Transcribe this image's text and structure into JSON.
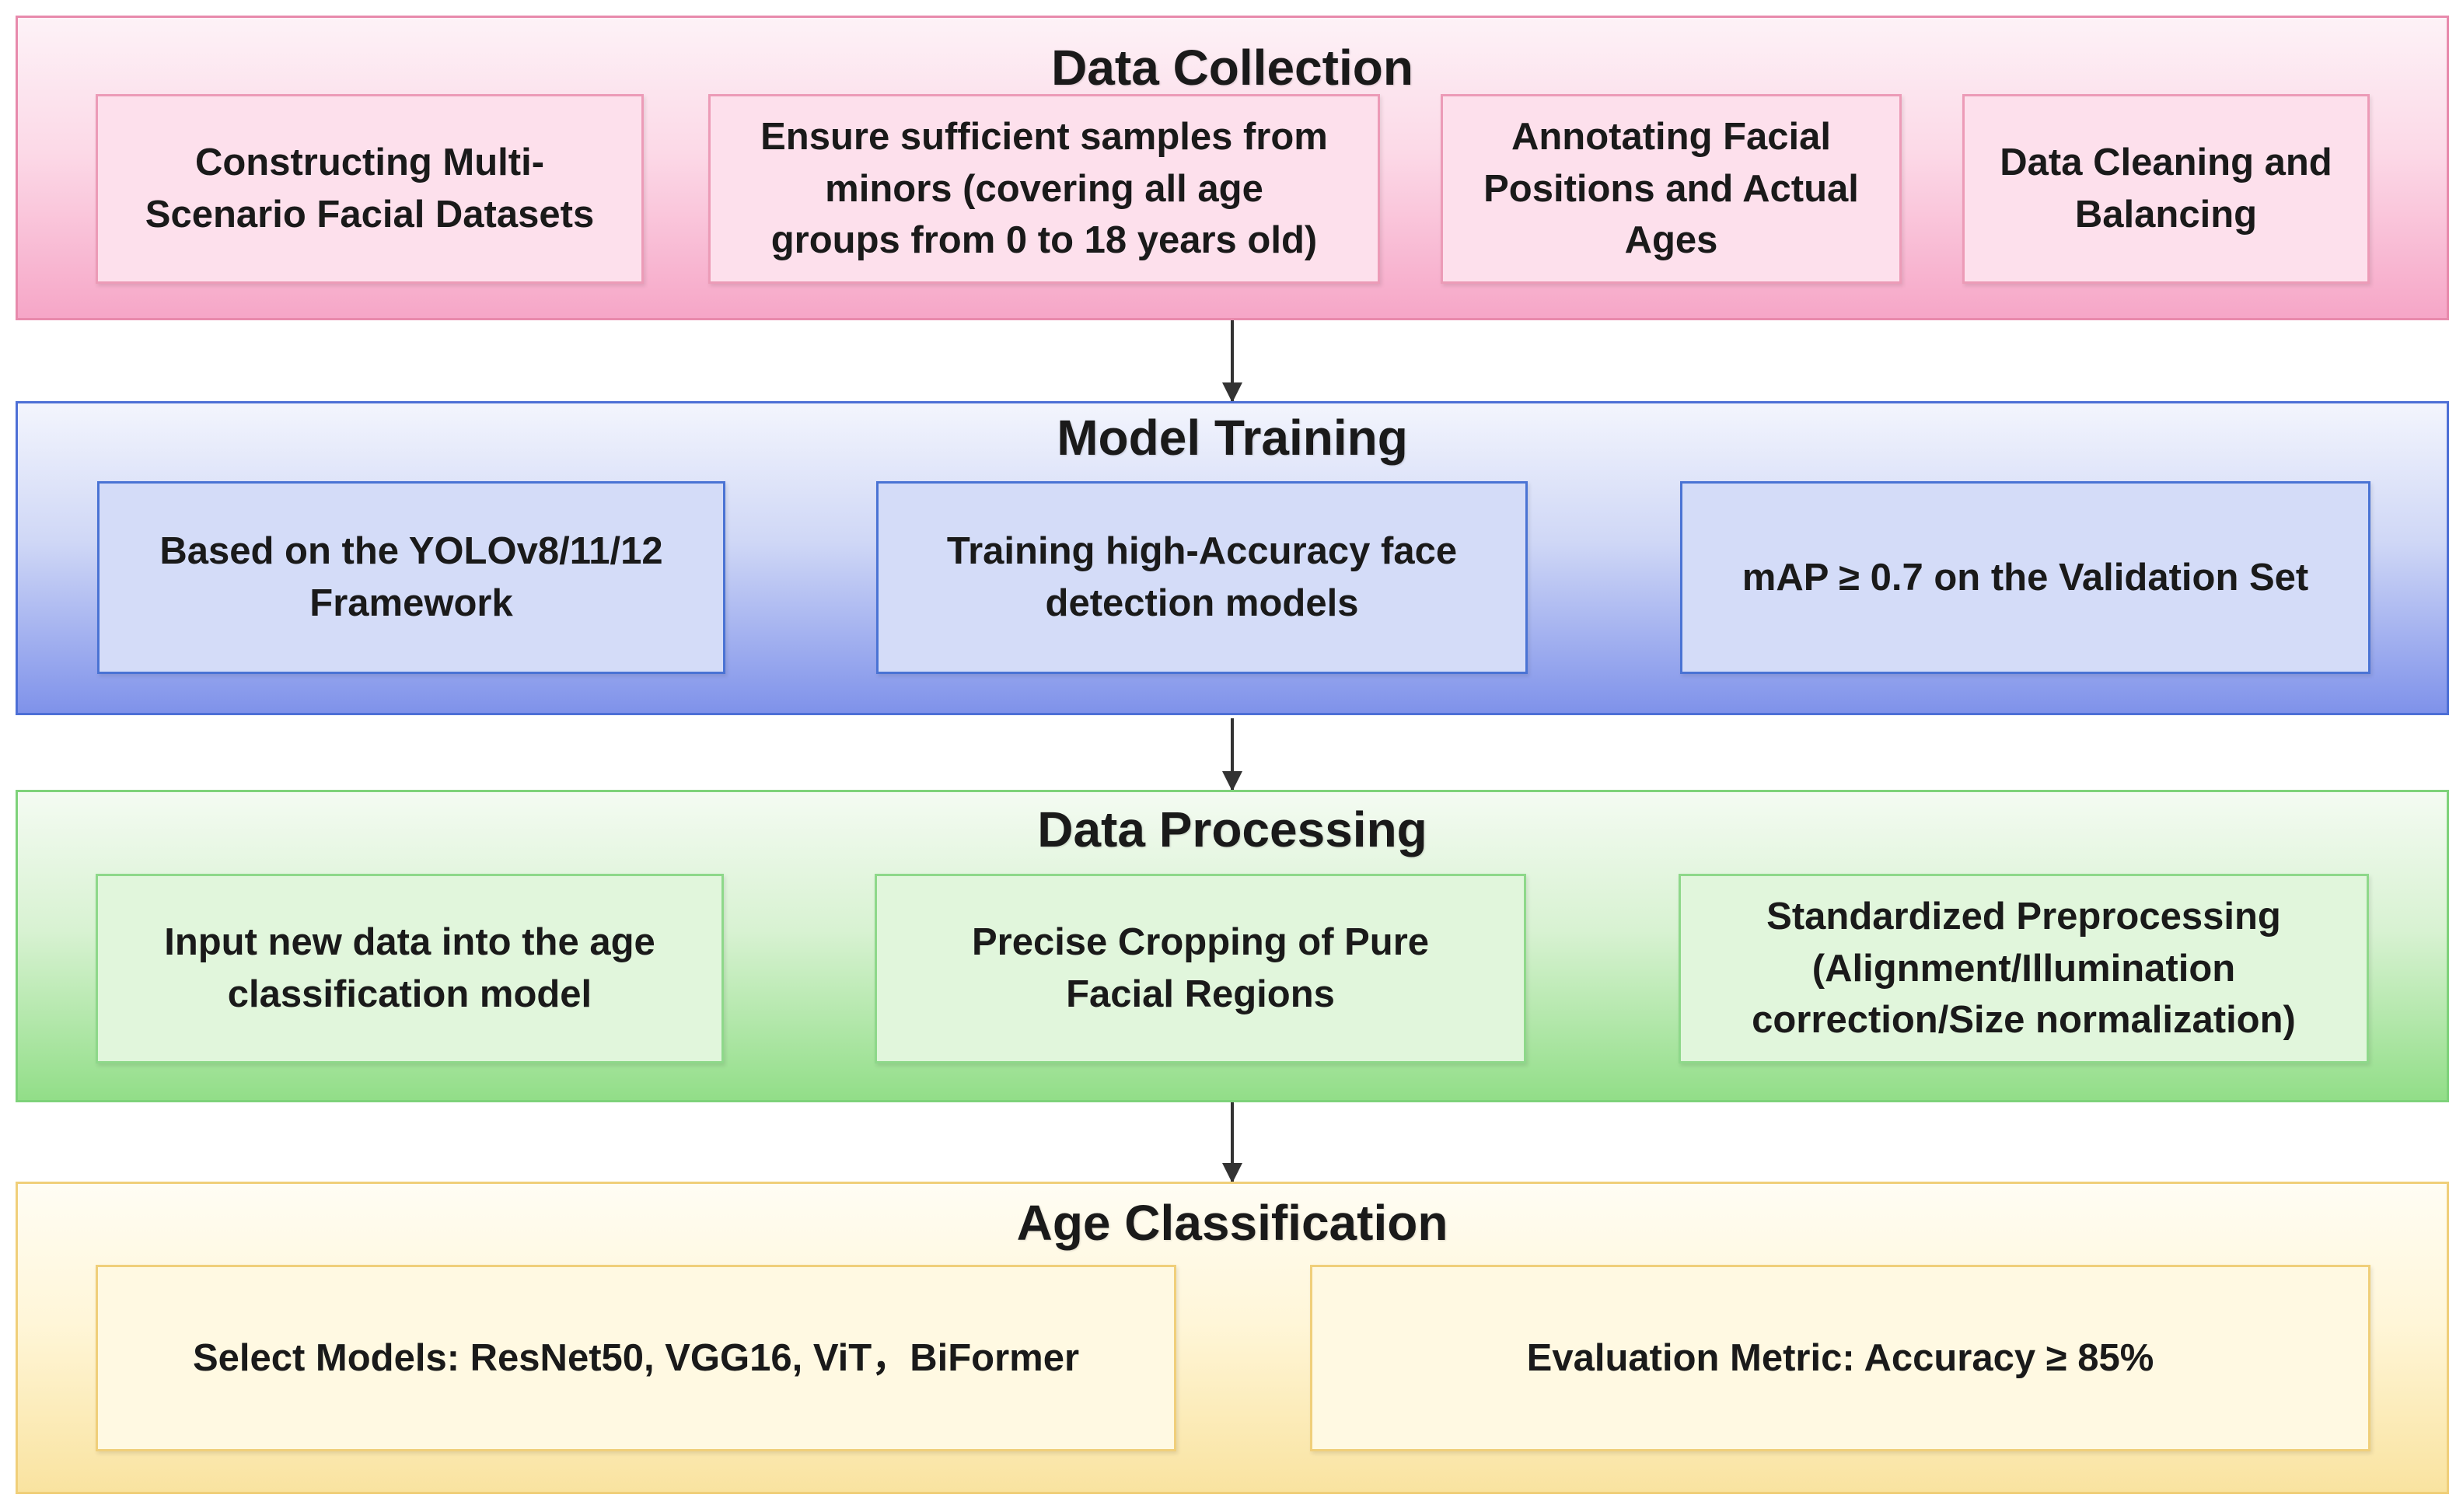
{
  "stages": {
    "collection": {
      "title": "Data Collection",
      "boxes": [
        "Constructing Multi-\nScenario Facial Datasets",
        "Ensure sufficient samples from\nminors (covering all age\ngroups from 0 to 18 years old)",
        "Annotating Facial\nPositions and Actual\nAges",
        "Data Cleaning and\nBalancing"
      ],
      "color": "#f6a6c7"
    },
    "training": {
      "title": "Model Training",
      "boxes": [
        "Based on the YOLOv8/11/12\nFramework",
        "Training high-Accuracy face\ndetection models",
        "mAP ≥ 0.7 on the Validation Set"
      ],
      "color": "#7f92ea"
    },
    "processing": {
      "title": "Data Processing",
      "boxes": [
        "Input new data into the age\nclassification model",
        "Precise Cropping of Pure\nFacial Regions",
        "Standardized Preprocessing\n(Alignment/Illumination\ncorrection/Size normalization)"
      ],
      "color": "#92de88"
    },
    "age": {
      "title": "Age Classification",
      "boxes": [
        "Select Models: ResNet50, VGG16, ViT，BiFormer",
        "Evaluation Metric: Accuracy ≥ 85%"
      ],
      "color": "#f9e3a0"
    }
  }
}
